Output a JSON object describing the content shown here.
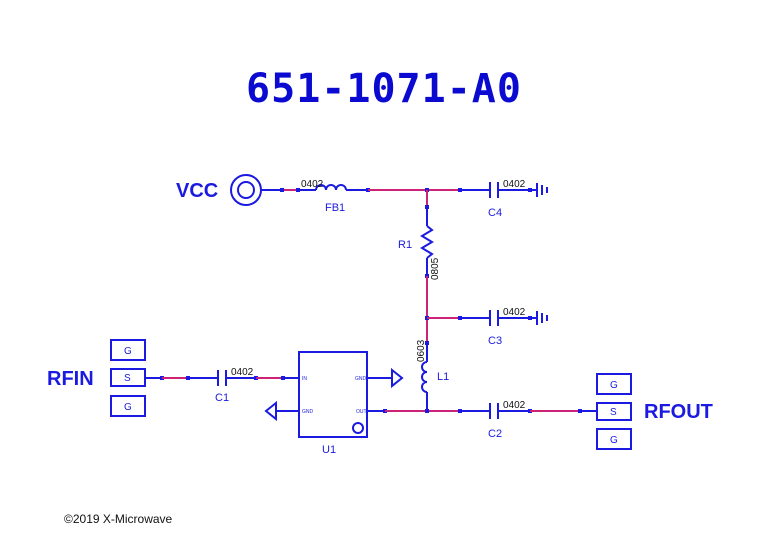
{
  "title": "651-1071-A0",
  "copyright": "©2019 X-Microwave",
  "ports": {
    "vcc": "VCC",
    "rfin": "RFIN",
    "rfout": "RFOUT"
  },
  "pads": {
    "ground": "G",
    "signal": "S"
  },
  "components": {
    "fb1": {
      "ref": "FB1",
      "package": "0402"
    },
    "c4": {
      "ref": "C4",
      "package": "0402"
    },
    "r1": {
      "ref": "R1",
      "package": "0805"
    },
    "c3": {
      "ref": "C3",
      "package": "0402"
    },
    "l1": {
      "ref": "L1",
      "package": "0603"
    },
    "c1": {
      "ref": "C1",
      "package": "0402"
    },
    "c2": {
      "ref": "C2",
      "package": "0402"
    },
    "u1": {
      "ref": "U1",
      "pins": {
        "in": "IN",
        "gnd_left": "GND",
        "gnd_right": "GND",
        "out": "OUT"
      }
    }
  },
  "colors": {
    "wire": "#1a1ae0",
    "trace": "#cc2277",
    "title": "#0a0ad0"
  }
}
